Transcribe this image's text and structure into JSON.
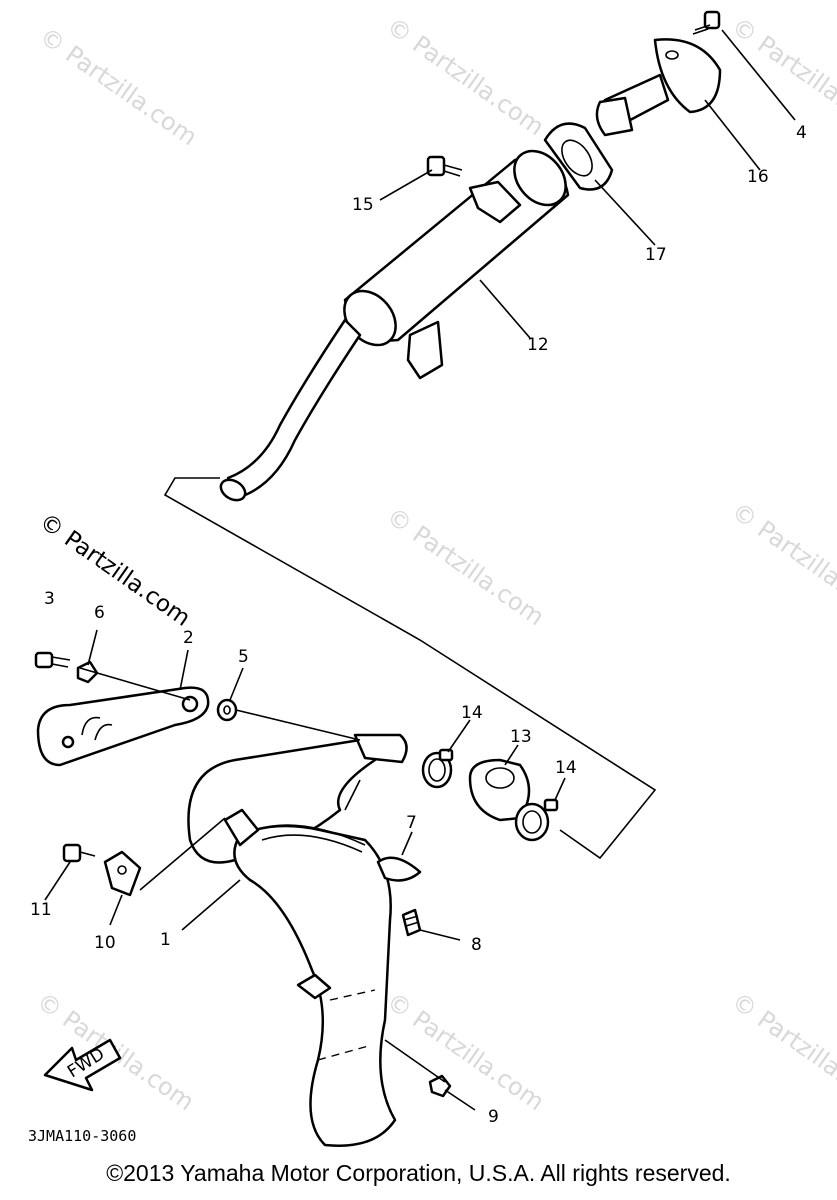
{
  "watermark": {
    "text": "© Partzilla.com"
  },
  "callouts": {
    "c1": "1",
    "c2": "2",
    "c3": "3",
    "c4": "4",
    "c5": "5",
    "c6": "6",
    "c7": "7",
    "c8": "8",
    "c9": "9",
    "c10": "10",
    "c11": "11",
    "c12": "12",
    "c13": "13",
    "c14a": "14",
    "c14b": "14",
    "c15": "15",
    "c16": "16",
    "c17": "17"
  },
  "fwd_label": "FWD",
  "diagram_code": "3JMA110-3060",
  "copyright": "©2013 Yamaha Motor Corporation, U.S.A. All rights reserved."
}
